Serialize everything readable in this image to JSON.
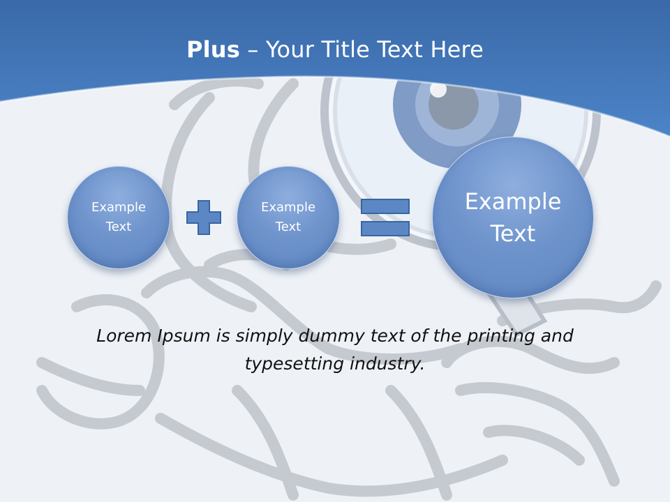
{
  "slide": {
    "title_bold": "Plus",
    "title_rest": " – Your Title Text Here",
    "circles": [
      {
        "label": "Example\nText"
      },
      {
        "label": "Example\nText"
      },
      {
        "label": "Example\nText"
      }
    ],
    "operators": {
      "plus": "plus-icon",
      "equals": "equals-icon"
    },
    "body": "Lorem Ipsum is simply dummy text of the printing and typesetting industry.",
    "colors": {
      "header_blue": "#3f74b8",
      "circle_blue": "#6f94cc",
      "operator_blue": "#5b87c5",
      "background": "#eef2f7"
    }
  }
}
